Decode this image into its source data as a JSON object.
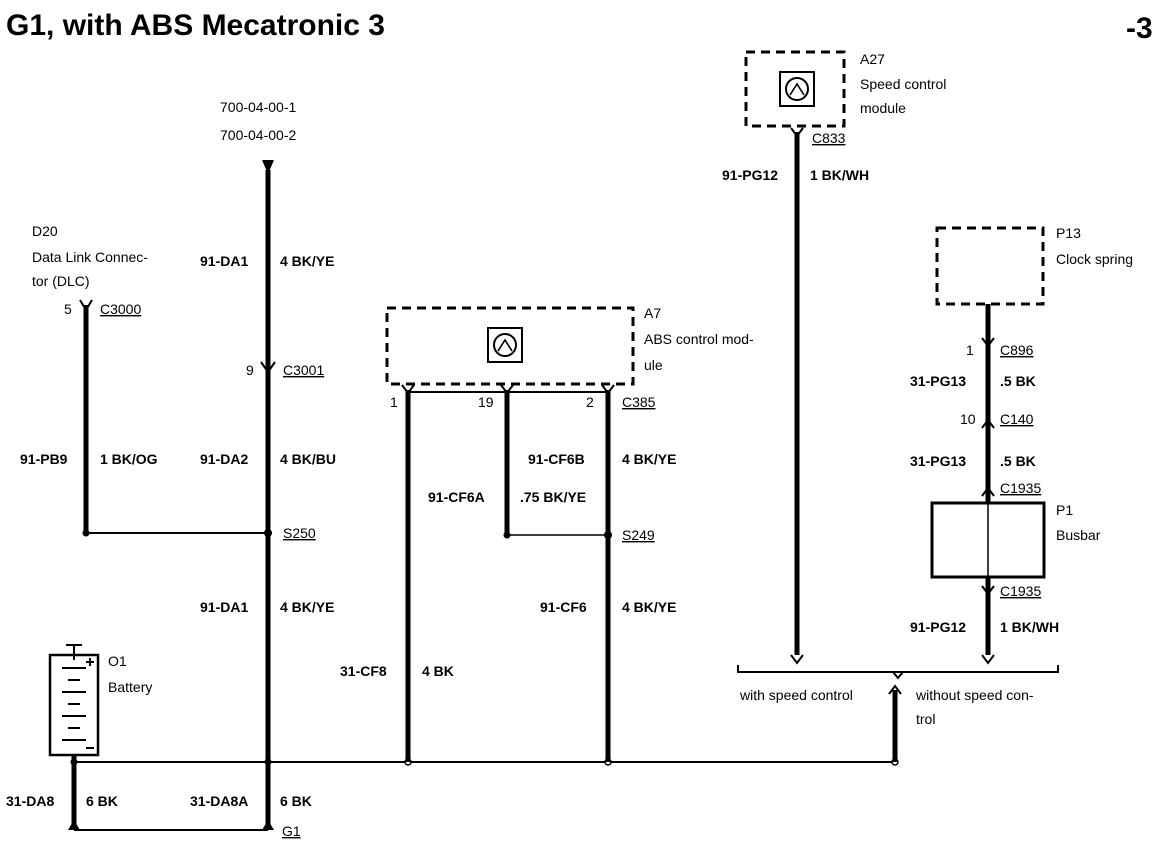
{
  "title": "G1, with ABS Mecatronic 3",
  "page_number": "-3",
  "refs": {
    "ref1": "700-04-00-1",
    "ref2": "700-04-00-2"
  },
  "components": {
    "d20": {
      "id": "D20",
      "name_line1": "Data Link Connec-",
      "name_line2": "tor (DLC)"
    },
    "a27": {
      "id": "A27",
      "name_line1": "Speed control",
      "name_line2": "module"
    },
    "a7": {
      "id": "A7",
      "name_line1": "ABS control mod-",
      "name_line2": "ule"
    },
    "p13": {
      "id": "P13",
      "name": "Clock spring"
    },
    "p1": {
      "id": "P1",
      "name": "Busbar"
    },
    "o1": {
      "id": "O1",
      "name": "Battery"
    }
  },
  "connectors": {
    "c3000": "C3000",
    "c3001": "C3001",
    "c385": "C385",
    "c833": "C833",
    "c896": "C896",
    "c140": "C140",
    "c1935_top": "C1935",
    "c1935_bottom": "C1935"
  },
  "pins": {
    "d20_pin": "5",
    "c3001_pin": "9",
    "a7_pin1": "1",
    "a7_pin19": "19",
    "a7_pin2": "2",
    "c896_pin": "1",
    "c140_pin": "10"
  },
  "splices": {
    "s250": "S250",
    "s249": "S249"
  },
  "ground": {
    "g1": "G1"
  },
  "wires": {
    "da1_top": {
      "circuit": "91-DA1",
      "spec": "4 BK/YE"
    },
    "pb9": {
      "circuit": "91-PB9",
      "spec": "1 BK/OG"
    },
    "da2": {
      "circuit": "91-DA2",
      "spec": "4 BK/BU"
    },
    "da1_bottom": {
      "circuit": "91-DA1",
      "spec": "4 BK/YE"
    },
    "pg12_top": {
      "circuit": "91-PG12",
      "spec": "1 BK/WH"
    },
    "cf6b": {
      "circuit": "91-CF6B",
      "spec": "4 BK/YE"
    },
    "cf6a": {
      "circuit": "91-CF6A",
      "spec": ".75 BK/YE"
    },
    "cf6": {
      "circuit": "91-CF6",
      "spec": "4 BK/YE"
    },
    "cf8": {
      "circuit": "31-CF8",
      "spec": "4 BK"
    },
    "pg13_a": {
      "circuit": "31-PG13",
      "spec": ".5 BK"
    },
    "pg13_b": {
      "circuit": "31-PG13",
      "spec": ".5 BK"
    },
    "pg12_bottom": {
      "circuit": "91-PG12",
      "spec": "1 BK/WH"
    },
    "da8": {
      "circuit": "31-DA8",
      "spec": "6 BK"
    },
    "da8a": {
      "circuit": "31-DA8A",
      "spec": "6 BK"
    }
  },
  "options": {
    "with_speed_control": "with speed control",
    "without_line1": "without speed con-",
    "without_line2": "trol"
  }
}
